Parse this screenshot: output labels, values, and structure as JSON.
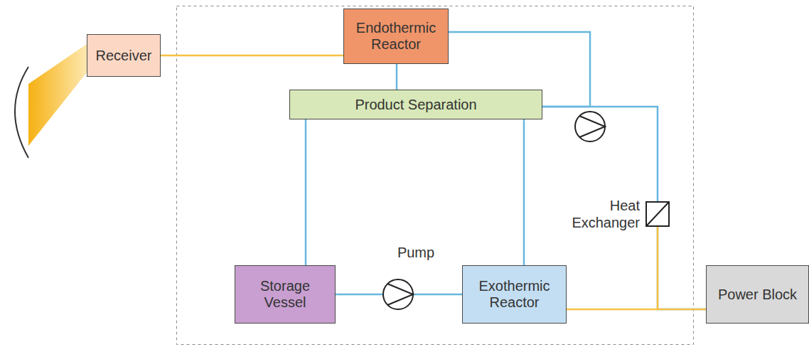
{
  "diagram": {
    "nodes": [
      {
        "text": [
          "Receiver"
        ]
      },
      {
        "text": [
          "Endothermic Reactor"
        ]
      },
      {
        "text": [
          "Product Separation"
        ]
      },
      {
        "text": [
          "Storage Vessel"
        ]
      },
      {
        "text": [
          "Exothermic Reactor"
        ]
      },
      {
        "text": [
          "Power Block"
        ]
      }
    ],
    "edges": [
      {
        "from": 0,
        "to": 1,
        "arrow": "none"
      },
      {
        "from": 1,
        "to": 2,
        "arrow": "none"
      },
      {
        "from": 2,
        "to": 3,
        "arrow": "none"
      },
      {
        "from": 2,
        "to": 4,
        "arrow": "none"
      },
      {
        "from": 3,
        "to": 4,
        "arrow": "none"
      },
      {
        "from": 1,
        "to": 2,
        "arrow": "none"
      },
      {
        "from": 2,
        "to": 5,
        "arrow": "none"
      },
      {
        "from": 4,
        "to": 5,
        "arrow": "none"
      }
    ],
    "labels": [
      "Heat Exchanger",
      "Pump"
    ]
  }
}
